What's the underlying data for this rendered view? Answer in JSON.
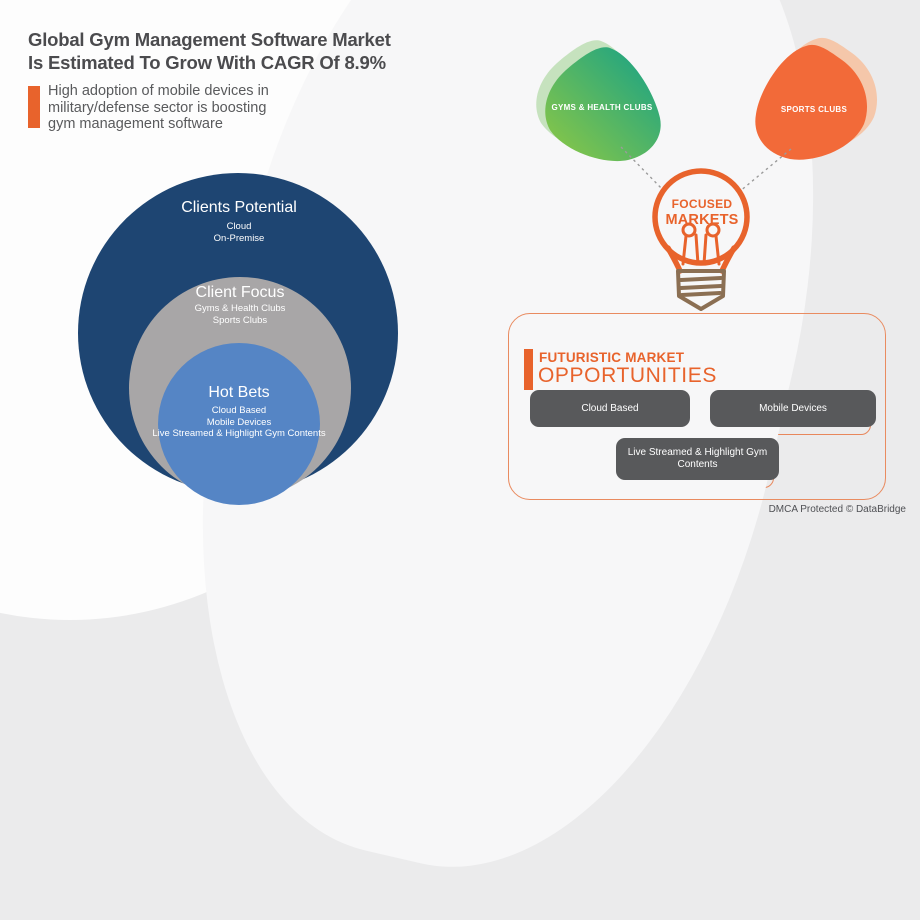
{
  "header": {
    "title_lines": [
      "Global Gym Management Software Market",
      "Is Estimated To Grow With CAGR Of 8.9%"
    ],
    "subtitle_lines": [
      "High adoption of mobile devices in",
      "military/defense sector is boosting",
      "gym management software"
    ]
  },
  "venn": {
    "outer": {
      "title": "Clients Potential",
      "items": [
        "Cloud",
        "On-Premise"
      ]
    },
    "middle": {
      "title": "Client Focus",
      "items": [
        "Gyms & Health Clubs",
        "Sports Clubs"
      ]
    },
    "inner": {
      "title": "Hot Bets",
      "items": [
        "Cloud Based",
        "Mobile Devices",
        "Live Streamed & Highlight Gym Contents"
      ]
    }
  },
  "focused_markets": {
    "bulb_label_lines": [
      "FOCUSED",
      "MARKETS"
    ],
    "green_blob_label": "GYMS & HEALTH CLUBS",
    "orange_blob_label": "SPORTS CLUBS"
  },
  "opportunities": {
    "heading_line1": "FUTURISTIC MARKET",
    "heading_line2": "OPPORTUNITIES",
    "buttons": [
      "Cloud Based",
      "Mobile Devices",
      "Live Streamed & Highlight Gym Contents"
    ]
  },
  "footer": {
    "copyright": "DMCA Protected © DataBridge"
  },
  "colors": {
    "accent_orange": "#e8632c",
    "navy_circle": "#1e4572",
    "gray_circle": "#a8a6a7",
    "blue_circle": "#5585c5",
    "green_gradient_start": "#90c943",
    "green_gradient_end": "#13a089",
    "orange_blob": "#f26a39",
    "bulb_base_tan": "#8b6f53",
    "button_dark": "#58595b",
    "background": "#ebebec"
  }
}
